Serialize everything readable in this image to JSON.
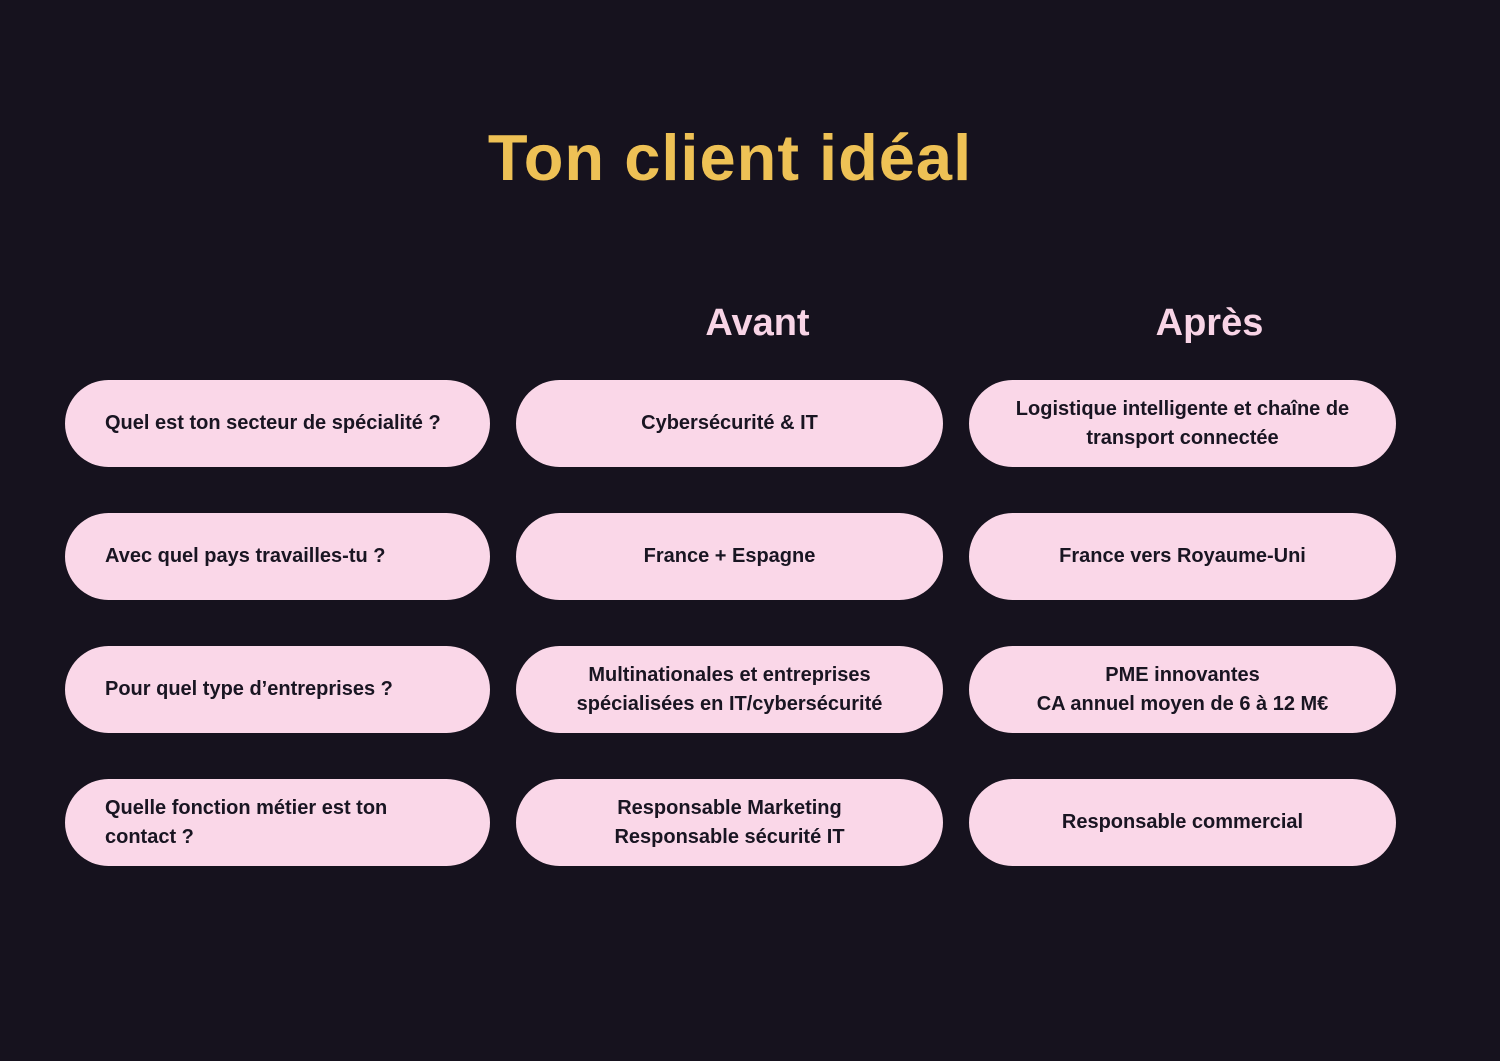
{
  "slide": {
    "title": "Ton client idéal"
  },
  "colors": {
    "background": "#16121E",
    "pill_background": "#FAD7E8",
    "title_text": "#EEC155",
    "header_text": "#F8D4E6",
    "pill_text": "#191522"
  },
  "columns": {
    "before_label": "Avant",
    "after_label": "Après"
  },
  "rows": [
    {
      "question": [
        "Quel est ton secteur de spécialité ?"
      ],
      "before": [
        "Cybersécurité & IT"
      ],
      "after": [
        "Logistique intelligente et chaîne de",
        "transport connectée"
      ]
    },
    {
      "question": [
        "Avec quel pays travailles-tu ?"
      ],
      "before": [
        "France + Espagne"
      ],
      "after": [
        "France vers Royaume-Uni"
      ]
    },
    {
      "question": [
        "Pour quel type d’entreprises ?"
      ],
      "before": [
        "Multinationales et entreprises",
        "spécialisées en IT/cybersécurité"
      ],
      "after": [
        "PME innovantes",
        "CA annuel moyen de 6 à 12 M€"
      ]
    },
    {
      "question": [
        "Quelle fonction métier est ton",
        "contact ?"
      ],
      "before": [
        "Responsable Marketing",
        "Responsable sécurité IT"
      ],
      "after": [
        "Responsable commercial"
      ]
    }
  ]
}
